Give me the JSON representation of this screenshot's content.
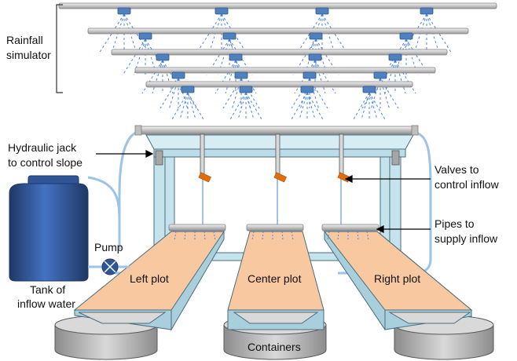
{
  "labels": {
    "rainfall_simulator": [
      "Rainfall",
      "simulator"
    ],
    "hydraulic_jack": [
      "Hydraulic jack",
      "to control slope"
    ],
    "valves": [
      "Valves to",
      "control inflow"
    ],
    "pipes": [
      "Pipes to",
      "supply inflow"
    ],
    "pump": "Pump",
    "tank": [
      "Tank of",
      "inflow water"
    ],
    "left_plot": "Left plot",
    "center_plot": "Center plot",
    "right_plot": "Right plot",
    "containers": "Containers"
  },
  "colors": {
    "rain_bar": "#d0d0d0",
    "nozzle": "#4f81bd",
    "rain_drops": "#4a86e8",
    "frame": "#c5e3ed",
    "frame_edge": "#4a6d7c",
    "plot_surface": "#f8c8a0",
    "tank": "#2f5597",
    "valve": "#e36c09",
    "container": "#bfbfbf",
    "water_line": "#9dc3e6"
  }
}
